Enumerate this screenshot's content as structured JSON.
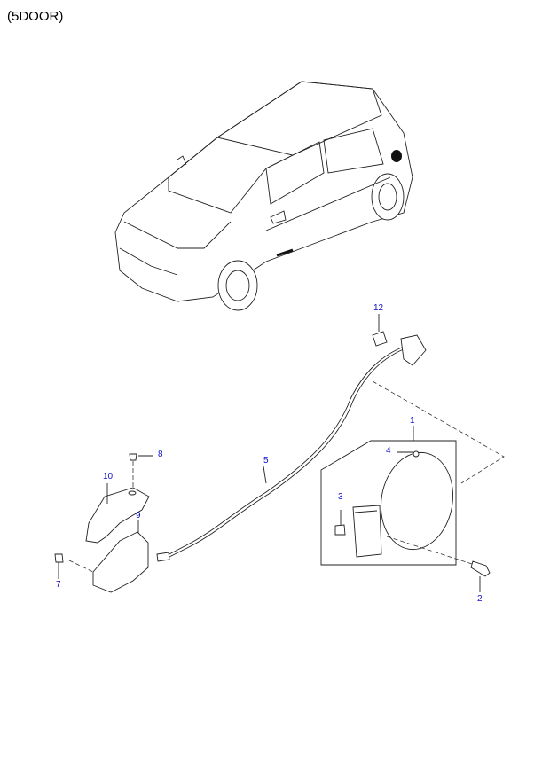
{
  "title": "(5DOOR)",
  "label_color": "#1010c8",
  "callouts": [
    {
      "id": "c12",
      "text": "12"
    },
    {
      "id": "c1",
      "text": "1"
    },
    {
      "id": "c4",
      "text": "4"
    },
    {
      "id": "c8",
      "text": "8"
    },
    {
      "id": "c5",
      "text": "5"
    },
    {
      "id": "c10",
      "text": "10"
    },
    {
      "id": "c9",
      "text": "9"
    },
    {
      "id": "c3",
      "text": "3"
    },
    {
      "id": "c7",
      "text": "7"
    },
    {
      "id": "c2",
      "text": "2"
    }
  ]
}
